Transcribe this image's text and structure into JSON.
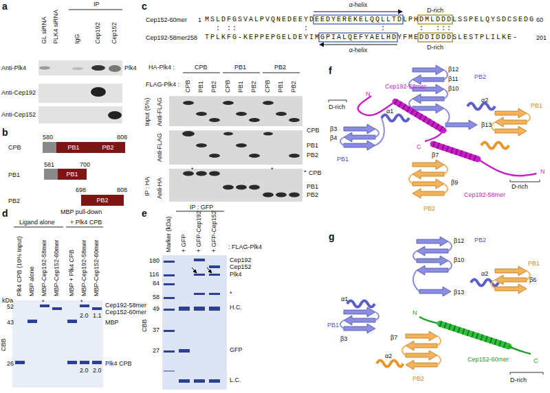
{
  "diagram": {
    "nodes": [
      {
        "text": [
          "PB1",
          "PB2"
        ]
      },
      {
        "text": [
          "PB1"
        ]
      },
      {
        "text": [
          "PB2"
        ]
      }
    ],
    "labels": [
      "a",
      "GL siRNA",
      "PLK4 siRNA",
      "IP",
      "IgG",
      "Cep192",
      "Cep152",
      "Anti-Plk4",
      "Plk4",
      "Anti-Cep192",
      "Anti-Cep152",
      "b",
      "580",
      "808",
      "CPB",
      "581",
      "700",
      "PB1",
      "698",
      "808",
      "PB2",
      "c",
      "Cep152-60mer",
      "1",
      "MSLDFGSVALPVQNEDEEYDEEDYEREKELQQLLTDLPHDMLDDDLSSPELQYSDCSEDG",
      "60",
      "  : ::            :             :      :  :::",
      "Cep192-58mer",
      "258",
      "TPLKFG-KEPPEPGELDEYIMGPIALQEFYAELHDYFMEDDIDDDSLESTPLILKE-",
      "201",
      "α-helix",
      "D-rich",
      "α-helix",
      "D-rich",
      "HA-Plk4 :",
      "CPB",
      "PB1",
      "PB2",
      "FLAG-Plk4 :",
      "CPB",
      "PB1",
      "PB2",
      "CPB",
      "PB1",
      "PB2",
      "CPB",
      "PB1",
      "PB2",
      "Input (5%)",
      "Anti-FLAG",
      "IP : HA",
      "Anti-FLAG",
      "Anti-HA",
      "CPB",
      "PB1",
      "PB2",
      "*",
      "CPB",
      "PB1",
      "PB2",
      "*",
      "*",
      "d",
      "Ligand alone",
      "MBP pull-down",
      "+ Plk4 CPB",
      "Plk4 CPB (10% Input)",
      "MBP alone",
      "MBP-Cep192-58mer",
      "MBP-Cep152-60mer",
      "MBP + Plk4 CPB",
      "MBP-Cep192-58mer",
      "MBP-Cep152-60mer",
      "kDa",
      "52",
      "43",
      "26",
      "CBB",
      "*",
      "*",
      "Cep192-58mer",
      "Cep152-60mer",
      "MBP",
      "Plk4 CPB",
      "2.0",
      "1.1",
      "2.0",
      "2.0",
      "e",
      "IP : GFP",
      "Marker (kDa)",
      "+ GFP",
      "+ GFP-Cep192",
      "+ GFP-Cep152",
      "CBB",
      "180",
      "116",
      "84",
      "58",
      "49",
      "37",
      "27",
      ": FLAG-Plk4",
      "Cep192",
      "Cep152",
      "Plk4",
      "*",
      "H.C.",
      "GFP",
      "L.C.",
      "f",
      "D-rich",
      "Cep192-58mer",
      "N",
      "PB1",
      "PB2",
      "β12",
      "β11",
      "β10",
      "α2",
      "α1",
      "β3",
      "β4",
      "β13",
      "C",
      "PB1",
      "Cep192-58mer",
      "N",
      "D-rich",
      "PB2",
      "β7",
      "β9",
      "g",
      "PB2",
      "β12",
      "β10",
      "α2",
      "β13",
      "PB1",
      "α1",
      "β3",
      "N",
      "PB1",
      "β6",
      "Cep152-60mer",
      "C",
      "D-rich",
      "PB2",
      "β7",
      "α2"
    ]
  }
}
